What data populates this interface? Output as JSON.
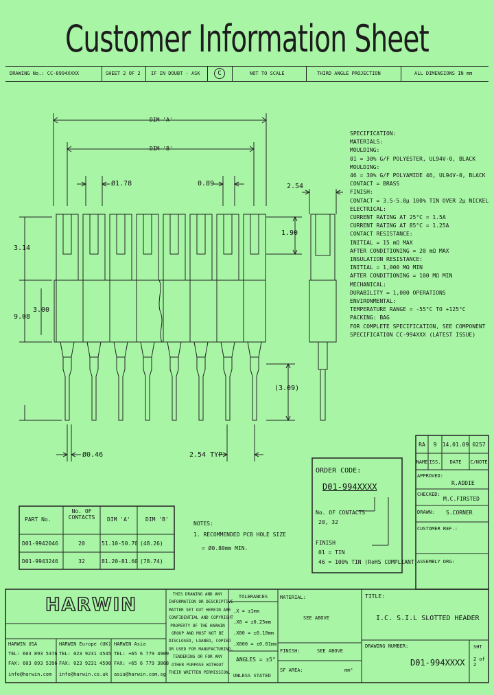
{
  "title": "Customer Information Sheet",
  "header": {
    "drawing_no": "DRAWING No.: CC-8994XXXX",
    "sheet": "SHEET 2 OF 2",
    "if_in_doubt": "IF IN DOUBT - ASK",
    "copyright": "C",
    "scale": "NOT TO SCALE",
    "projection": "THIRD ANGLE PROJECTION",
    "units": "ALL DIMENSIONS IN mm"
  },
  "dimensions": {
    "dim_a": "DIM 'A'",
    "dim_b": "DIM 'B'",
    "pitch_dia": "Ø1.78",
    "slot": "0.89",
    "side_width": "2.54",
    "top_h": "3.14",
    "slot_depth": "1.90",
    "body_left": "9.08",
    "body_inner": "3.00",
    "tail_len": "(3.09)",
    "pin_dia": "Ø0.46",
    "pitch": "2.54 TYP"
  },
  "spec": {
    "lines": [
      "SPECIFICATION:",
      " MATERIALS:",
      "  MOULDING:",
      "   01 = 30% G/F POLYESTER, UL94V-0, BLACK",
      "  MOULDING:",
      "   46 = 30% G/F POLYAMIDE 46, UL94V-0, BLACK",
      "  CONTACT = BRASS",
      " FINISH:",
      "  CONTACT = 3.5-5.0μ 100% TIN OVER 2μ NICKEL",
      " ELECTRICAL:",
      "  CURRENT RATING AT 25°C = 1.5A",
      "  CURRENT RATING AT 85°C = 1.25A",
      "  CONTACT RESISTANCE:",
      "   INITIAL = 15 mΩ MAX",
      "   AFTER CONDITIONING = 20 mΩ MAX",
      "  INSULATION RESISTANCE:",
      "   INITIAL = 1,000 MΩ MIN",
      "   AFTER CONDITIONING = 100 MΩ MIN",
      " MECHANICAL:",
      "  DURABILITY = 1,000 OPERATIONS",
      " ENVIRONMENTAL:",
      "  TEMPERATURE RANGE = -55°C TO +125°C",
      "  PACKING: BAG",
      " FOR COMPLETE SPECIFICATION, SEE COMPONENT",
      " SPECIFICATION CC-994XXX (LATEST ISSUE)"
    ]
  },
  "part_table": {
    "headers": [
      "PART No.",
      "No. OF CONTACTS",
      "DIM 'A'",
      "DIM 'B'"
    ],
    "rows": [
      [
        "D01-9942046",
        "20",
        "51.10-50.70",
        "(48.26)"
      ],
      [
        "D01-9943246",
        "32",
        "81.20-81.60",
        "(78.74)"
      ]
    ]
  },
  "notes": {
    "heading": "NOTES:",
    "line1": "1. RECOMMENDED PCB HOLE SIZE",
    "line2": "= Ø0.80mm MIN."
  },
  "order_code": {
    "label": "ORDER CODE:",
    "code": "D01-994XXXX",
    "contacts_label": "No. OF CONTACTS",
    "contacts_values": "20, 32",
    "finish_label": "FINISH",
    "finish_01": "01 = TIN",
    "finish_46": "46 = 100% TIN (RoHS COMPLIANT)"
  },
  "revision": {
    "ra": "RA",
    "iss": "9",
    "date": "14.01.09",
    "cn": "0257",
    "h_name": "NAME",
    "h_iss": "ISS.",
    "h_date": "DATE",
    "h_cn": "C/NOTE"
  },
  "approvals": {
    "approved_label": "APPROVED:",
    "approved": "R.ADDIE",
    "checked_label": "CHECKED:",
    "checked": "M.C.FIRSTED",
    "drawn_label": "DRAWN:",
    "drawn": "S.CORNER",
    "customer_ref": "CUSTOMER REF.:",
    "assembly_drg": "ASSEMBLY DRG:"
  },
  "footer": {
    "logo": "HARWIN",
    "usa": {
      "name": "HARWIN USA",
      "tel": "TEL: 603 893 5376",
      "fax": "FAX: 603 893 5396",
      "email": "info@harwin.com"
    },
    "europe": {
      "name": "HARWIN Europe (UK)",
      "tel": "TEL: 023 9231 4545",
      "fax": "FAX: 023 9231 4590",
      "email": "info@harwin.co.uk"
    },
    "asia": {
      "name": "HARWIN Asia",
      "tel": "TEL: +65 6 779 4909",
      "fax": "FAX: +65 6 779 3868",
      "email": "asia@harwin.com.sg"
    },
    "confidential": [
      "THIS DRAWING AND ANY",
      "INFORMATION OR DESCRIPTIVE",
      "MATTER SET OUT HEREIN ARE",
      "CONFIDENTIAL AND COPYRIGHT",
      "PROPERTY OF THE HARWIN",
      "GROUP AND MUST NOT BE",
      "DISCLOSED, LOANED, COPIED",
      "OR USED FOR MANUFACTURING,",
      "TENDERING OR FOR ANY",
      "OTHER PURPOSE WITHOUT",
      "THEIR WRITTEN PERMISSION."
    ],
    "tolerances_label": "TOLERANCES",
    "tolerances": [
      ".X = ±1mm",
      ".X0 = ±0.25mm",
      ".X00 = ±0.10mm",
      ".X000 = ±0.01mm"
    ],
    "angles": "ANGLES = ±5°",
    "unless": "UNLESS STATED",
    "material_label": "MATERIAL:",
    "material": "SEE ABOVE",
    "finish_label": "FINISH:",
    "finish": "SEE ABOVE",
    "sfarea_label": "SF AREA:",
    "sfarea_unit": "mm²",
    "title_label": "TITLE:",
    "title": "I.C. S.I.L SLOTTED HEADER",
    "dwg_label": "DRAWING NUMBER:",
    "dwg": "D01-994XXXX",
    "sht_label": "SHT",
    "sht": "2 of 2"
  }
}
